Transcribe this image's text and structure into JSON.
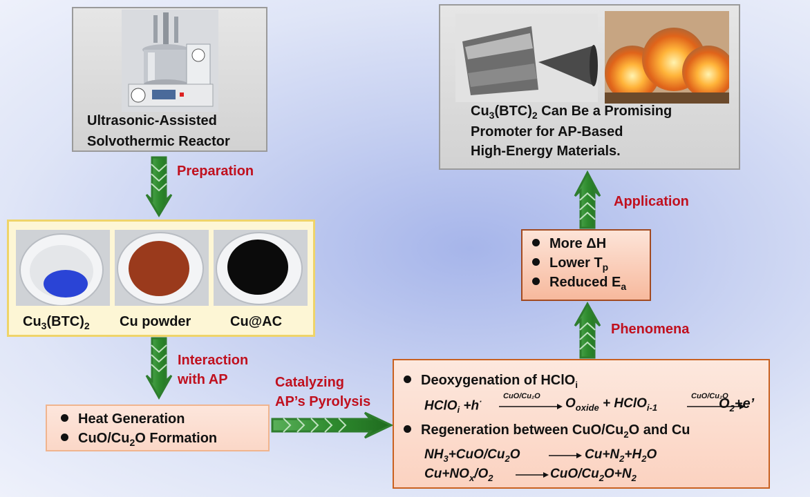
{
  "reactor": {
    "line1": "Ultrasonic-Assisted",
    "line2": "Solvothermic Reactor"
  },
  "labels": {
    "preparation": "Preparation",
    "interaction_line1": "Interaction",
    "interaction_line2": "with AP",
    "catalyzing_line1": "Catalyzing",
    "catalyzing_line2": "AP’s Pyrolysis",
    "phenomena": "Phenomena",
    "application": "Application"
  },
  "samples": [
    {
      "name": "Cu3(BTC)2",
      "base": "Cu",
      "sub": "3",
      "rest": "(BTC)",
      "sub2": "2",
      "color": "#2a44d6"
    },
    {
      "name": "Cu powder",
      "color": "#9a3a1c"
    },
    {
      "name": "Cu@AC",
      "color": "#0b0b0b"
    }
  ],
  "effects_box": {
    "item1": "Heat Generation",
    "item2_pre": "CuO/Cu",
    "item2_sub": "2",
    "item2_post": "O Formation"
  },
  "phenomena_box": {
    "item1": "More ΔH",
    "item2_pre": "Lower T",
    "item2_sub": "p",
    "item3_pre": "Reduced E",
    "item3_sub": "a"
  },
  "application_box": {
    "line1_pre": "Cu",
    "line1_sub": "3",
    "line1_mid": "(BTC)",
    "line1_sub2": "2",
    "line1_post": " Can Be a Promising",
    "line2": "Promoter for AP-Based",
    "line3": "High-Energy Materials."
  },
  "mechanism_box": {
    "title1_pre": "Deoxygenation of HClO",
    "title1_sub": "i",
    "eq1_a": "HClO",
    "eq1_a_sub": "i",
    "eq1_b": " +h",
    "eq1_b_sup": "·",
    "eq1_cat": "CuO/Cu₂O",
    "eq1_c": "O",
    "eq1_c_sub": "oxide",
    "eq1_d": " + HClO",
    "eq1_d_sub": "i-1",
    "eq1_cat2": "CuO/Cu₂O",
    "eq1_e": "O",
    "eq1_e_sub": "2",
    "eq1_f": "+e’",
    "title2_pre": "Regeneration between CuO/Cu",
    "title2_sub": "2",
    "title2_post": "O and Cu",
    "eq2_a": "NH",
    "eq2_a_sub": "3",
    "eq2_b": "+CuO/Cu",
    "eq2_b_sub": "2",
    "eq2_c": "O",
    "eq2_d": "Cu+N",
    "eq2_d_sub": "2",
    "eq2_e": "+H",
    "eq2_e_sub": "2",
    "eq2_f": "O",
    "eq3_a": "Cu+NO",
    "eq3_a_sub": "x",
    "eq3_b": "/O",
    "eq3_b_sub": "2",
    "eq3_c": "CuO/Cu",
    "eq3_c_sub": "2",
    "eq3_d": "O+N",
    "eq3_d_sub": "2"
  },
  "colors": {
    "arrow_green": "#2e8b2e",
    "label_red": "#c0101e",
    "orange_border": "#c9601f",
    "yellow_border": "#efd469"
  },
  "icons": [
    "reactor-photo",
    "rocket-nozzle-photo",
    "explosion-photo",
    "bowl-photo"
  ]
}
